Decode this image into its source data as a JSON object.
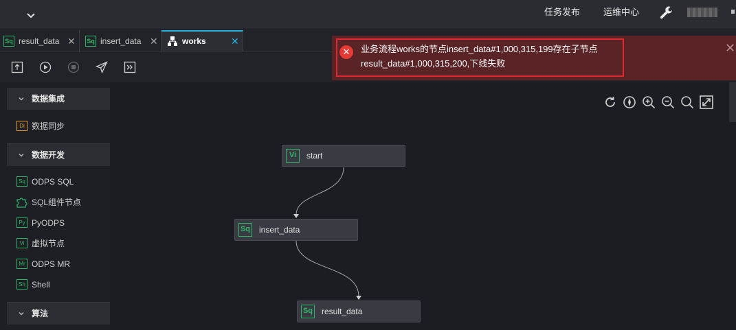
{
  "topbar": {
    "nav": [
      "任务发布",
      "运维中心"
    ],
    "icons": [
      "chevron-down-icon",
      "wrench-icon"
    ]
  },
  "tabs": [
    {
      "label": "result_data",
      "icon": "Sq",
      "active": false
    },
    {
      "label": "insert_data",
      "icon": "Sq",
      "active": false
    },
    {
      "label": "works",
      "icon": "workflow-icon",
      "active": true
    }
  ],
  "toolbar": {
    "icons": [
      "submit-icon",
      "run-icon",
      "stop-icon",
      "publish-icon",
      "goto-ops-icon"
    ]
  },
  "sidebar": {
    "groups": [
      {
        "title": "数据集成",
        "items": [
          {
            "icon": "Di",
            "label": "数据同步"
          }
        ]
      },
      {
        "title": "数据开发",
        "items": [
          {
            "icon": "Sq",
            "label": "ODPS SQL"
          },
          {
            "icon": "puzzle-icon",
            "label": "SQL组件节点"
          },
          {
            "icon": "Py",
            "label": "PyODPS"
          },
          {
            "icon": "Vi",
            "label": "虚拟节点"
          },
          {
            "icon": "Mr",
            "label": "ODPS MR"
          },
          {
            "icon": "Sh",
            "label": "Shell"
          }
        ]
      },
      {
        "title": "算法",
        "items": []
      }
    ]
  },
  "canvas": {
    "zoom_icons": [
      "refresh-icon",
      "center-icon",
      "zoom-in-icon",
      "zoom-out-icon",
      "search-icon",
      "fit-screen-icon"
    ],
    "nodes": [
      {
        "icon": "Vi",
        "label": "start"
      },
      {
        "icon": "Sq",
        "label": "insert_data"
      },
      {
        "icon": "Sq",
        "label": "result_data"
      }
    ]
  },
  "toast": {
    "line1": "业务流程works的节点insert_data#1,000,315,199存在子节点",
    "line2": "result_data#1,000,315,200,下线失败",
    "icon": "error-icon",
    "color": "#e0282f"
  }
}
